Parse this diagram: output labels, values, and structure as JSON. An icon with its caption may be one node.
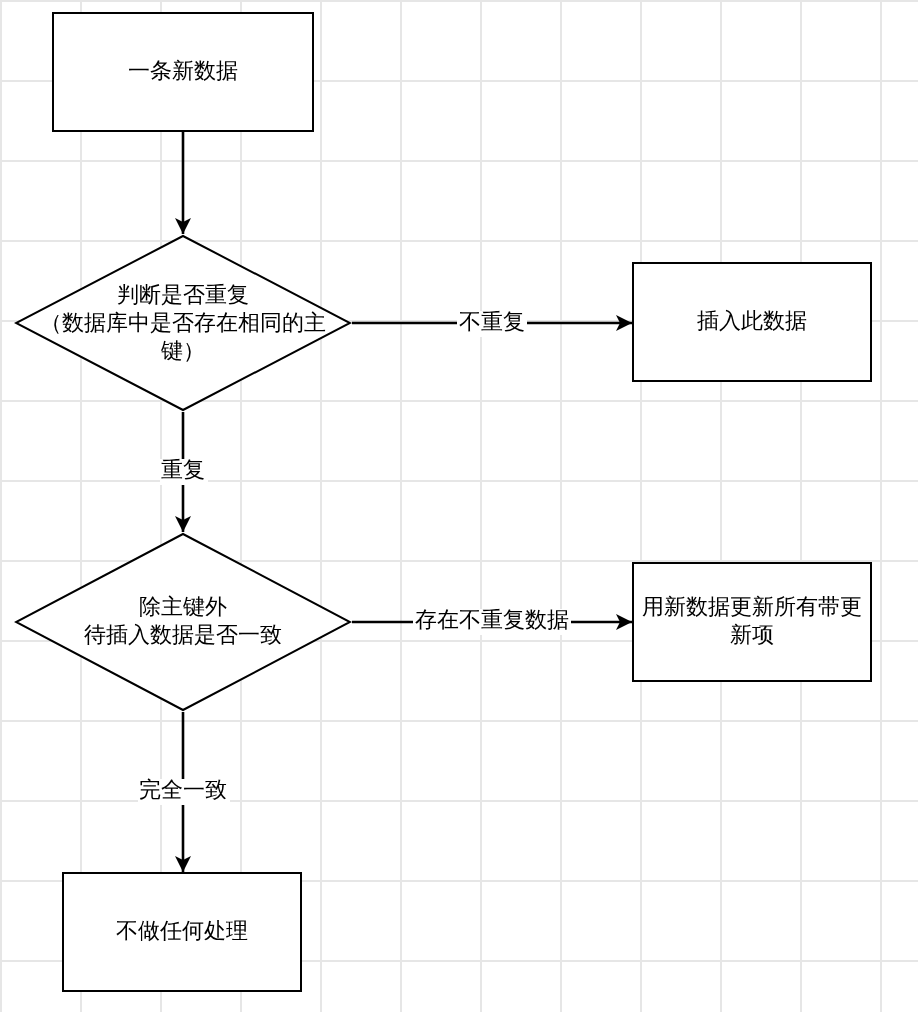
{
  "diagram": {
    "nodes": [
      {
        "text": [
          "一条新数据"
        ]
      },
      {
        "text": [
          "判断是否重复",
          "（数据库中是否存在相同的主键）"
        ]
      },
      {
        "text": [
          "插入此数据"
        ]
      },
      {
        "text": [
          "除主键外",
          "待插入数据是否一致"
        ]
      },
      {
        "text": [
          "用新数据更新所有带更新项"
        ]
      },
      {
        "text": [
          "不做任何处理"
        ]
      }
    ],
    "edges": [
      {
        "from": 0,
        "to": 1,
        "arrow": "to"
      },
      {
        "from": 1,
        "to": 2,
        "arrow": "to",
        "label": "不重复"
      },
      {
        "from": 1,
        "to": 3,
        "arrow": "to",
        "label": "重复"
      },
      {
        "from": 3,
        "to": 4,
        "arrow": "to",
        "label": "存在不重复数据"
      },
      {
        "from": 3,
        "to": 5,
        "arrow": "to",
        "label": "完全一致"
      }
    ]
  }
}
